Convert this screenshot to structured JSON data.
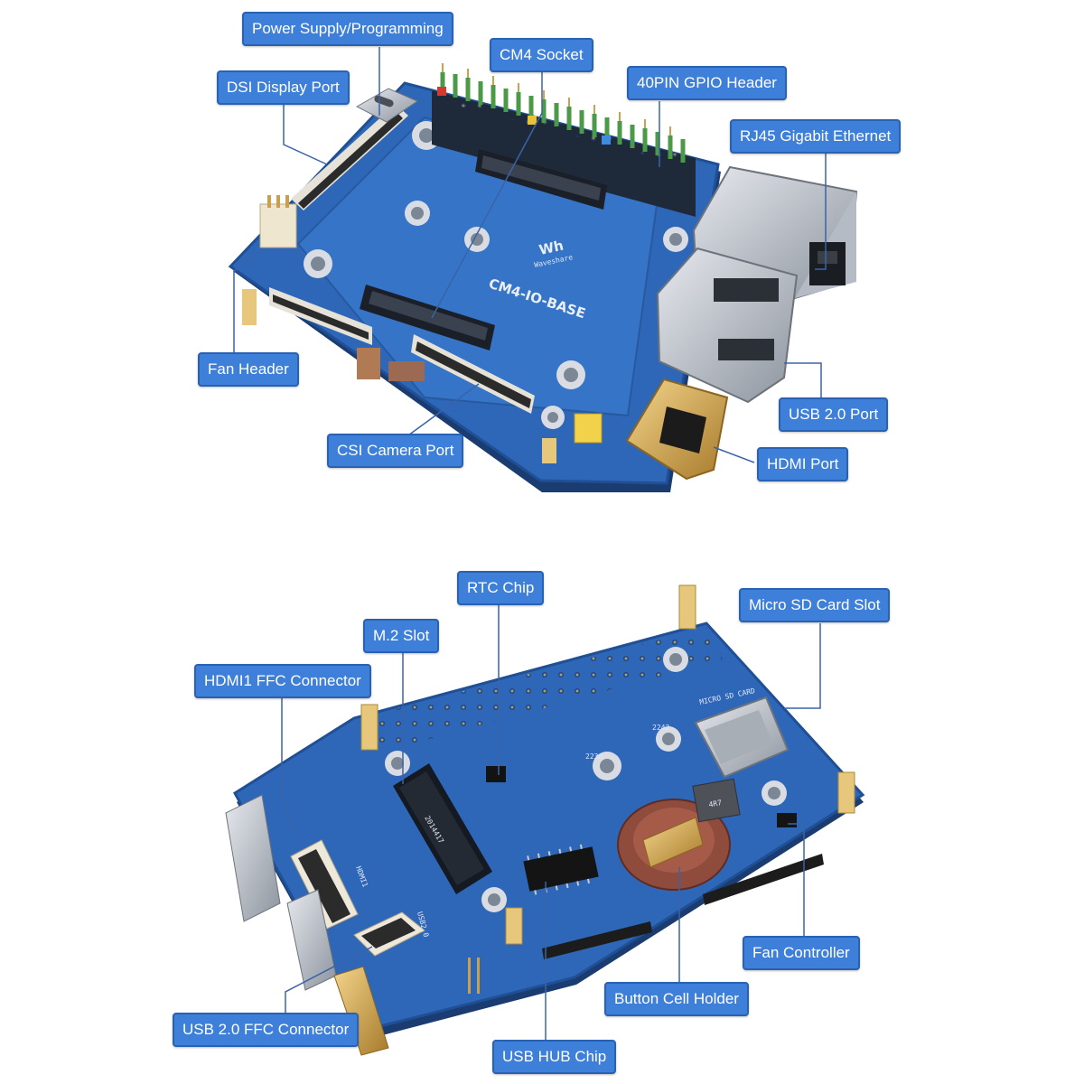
{
  "top_board": {
    "silkscreen_model": "CM4-IO-BASE",
    "brand_mark": "Wh",
    "brand_text": "Waveshare",
    "callouts": {
      "power_supply": "Power Supply/Programming",
      "cm4_socket": "CM4 Socket",
      "gpio_header": "40PIN GPIO Header",
      "dsi_display": "DSI Display Port",
      "rj45": "RJ45 Gigabit Ethernet",
      "fan_header": "Fan Header",
      "usb20_port": "USB 2.0 Port",
      "csi_camera": "CSI Camera Port",
      "hdmi_port": "HDMI Port"
    }
  },
  "bottom_board": {
    "ssd_label": "2014417",
    "inductor_label": "4R7",
    "hdmi1_silk": "HDMI1",
    "usb_silk": "USB2.0",
    "m2_size_1": "2230",
    "m2_size_2": "2242",
    "sd_silk": "MICRO SD CARD",
    "callouts": {
      "rtc_chip": "RTC Chip",
      "micro_sd": "Micro SD Card Slot",
      "m2_slot": "M.2 Slot",
      "hdmi1_ffc": "HDMI1 FFC Connector",
      "fan_controller": "Fan Controller",
      "button_cell": "Button Cell Holder",
      "usb20_ffc": "USB 2.0 FFC Connector",
      "usb_hub": "USB HUB Chip"
    }
  },
  "colors": {
    "callout_bg": "#3d7fd9",
    "callout_border": "#2a62b3",
    "pcb_blue": "#2f67b8",
    "pcb_edge": "#1f4f94",
    "leader_line": "#3a63a8"
  }
}
